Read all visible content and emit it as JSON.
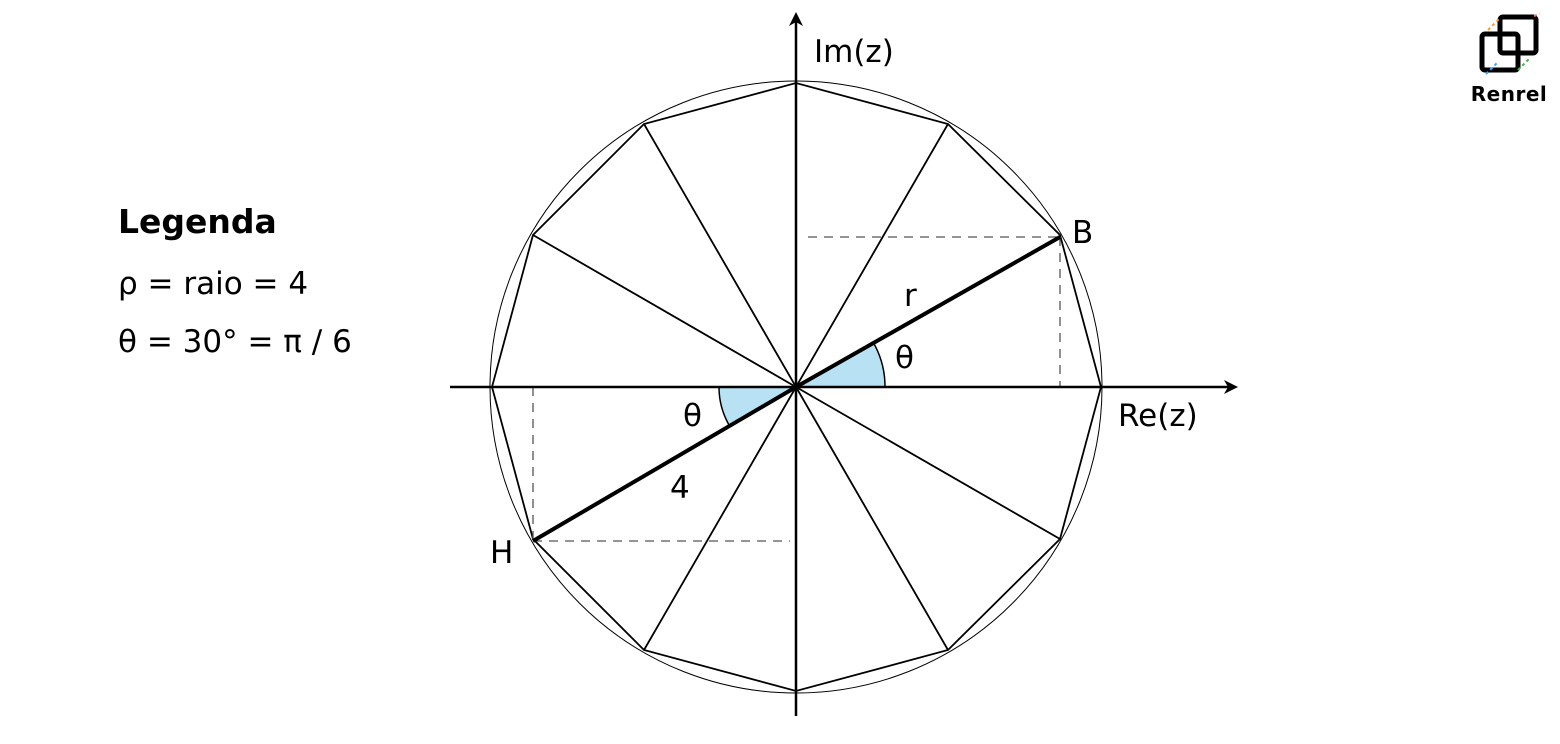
{
  "legend": {
    "title": "Legenda",
    "rho_line": "ρ = raio = 4",
    "theta_line": "θ = 30° = π / 6"
  },
  "axes": {
    "real_label": "Re(z)",
    "imag_label": "Im(z)"
  },
  "points": {
    "b_label": "B",
    "h_label": "H"
  },
  "segments": {
    "r_label": "r",
    "length_label": "4"
  },
  "angles": {
    "theta_b": "θ",
    "theta_h": "θ"
  },
  "logo": {
    "text": "Renrel"
  },
  "colors": {
    "angle_fill": "#b8e2f4",
    "lines": "#000000",
    "dashes": "#555555"
  }
}
